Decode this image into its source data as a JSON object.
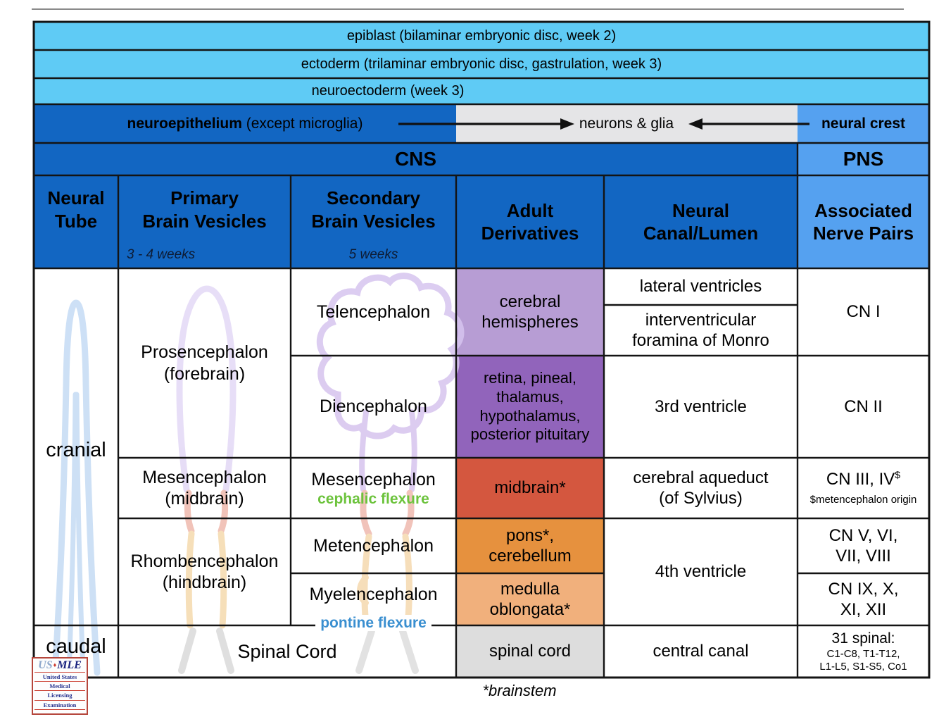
{
  "title_rows": {
    "epiblast": "epiblast (bilaminar embryonic disc, week 2)",
    "ectoderm": "ectoderm (trilaminar embryonic disc, gastrulation, week 3)",
    "neuroectoderm": "neuroectoderm (week 3)"
  },
  "lineage": {
    "neuroepithelium": "neuroepithelium",
    "neuroepithelium_note": " (except microglia)",
    "neurons_glia": "neurons & glia",
    "neural_crest": "neural crest"
  },
  "divisions": {
    "cns": "CNS",
    "pns": "PNS"
  },
  "headers": {
    "neural_tube": "Neural Tube",
    "primary_l1": "Primary",
    "primary_l2": "Brain Vesicles",
    "primary_weeks": "3 - 4 weeks",
    "secondary_l1": "Secondary",
    "secondary_l2": "Brain Vesicles",
    "secondary_weeks": "5 weeks",
    "adult": "Adult Derivatives",
    "canal": "Neural Canal/Lumen",
    "nerves": "Associated Nerve Pairs"
  },
  "axis": {
    "cranial": "cranial",
    "caudal": "caudal"
  },
  "primary_vesicles": {
    "prosencephalon": "Prosencephalon (forebrain)",
    "mesencephalon": "Mesencephalon (midbrain)",
    "rhombencephalon": "Rhombencephalon (hindbrain)",
    "spinal_cord": "Spinal Cord"
  },
  "secondary_vesicles": {
    "telencephalon": "Telencephalon",
    "diencephalon": "Diencephalon",
    "mesencephalon": "Mesencephalon",
    "cephalic_flexure": "cephalic flexure",
    "metencephalon": "Metencephalon",
    "myelencephalon": "Myelencephalon",
    "pontine_flexure": "pontine flexure"
  },
  "adult_derivatives": {
    "cerebral": "cerebral hemispheres",
    "retina": "retina, pineal, thalamus, hypothalamus, posterior pituitary",
    "midbrain": "midbrain*",
    "pons": "pons*, cerebellum",
    "medulla": "medulla oblongata*",
    "spinal": "spinal cord"
  },
  "neural_canal": {
    "lateral": "lateral ventricles",
    "interventricular": "interventricular foramina of Monro",
    "third": "3rd ventricle",
    "aqueduct": "cerebral aqueduct (of Sylvius)",
    "fourth": "4th ventricle",
    "central": "central canal"
  },
  "nerve_pairs": {
    "cn1": "CN I",
    "cn2": "CN II",
    "cn34": "CN III, IV",
    "cn34_sup": "$",
    "cn34_note": "$metencephalon origin",
    "cn5678_l1": "CN V, VI,",
    "cn5678_l2": "VII, VIII",
    "cn912_l1": "CN IX, X,",
    "cn912_l2": "XI, XII",
    "spinal_title": "31 spinal:",
    "spinal_detail_l1": "C1-C8, T1-T12,",
    "spinal_detail_l2": "L1-L5, S1-S5, Co1"
  },
  "footnote": "*brainstem",
  "logo": {
    "brand_us": "US",
    "diamond": "♦",
    "brand_mle": "MLE",
    "lines": [
      "United States",
      "Medical",
      "Licensing",
      "Examination"
    ]
  },
  "colors": {
    "sky": "#5fcbf5",
    "deep_blue": "#1266c2",
    "medium_blue": "#55a1f0",
    "gray_cell": "#e5e5e7",
    "light_purple": "#b79dd4",
    "purple": "#9164bb",
    "rust": "#d4573f",
    "orange": "#e6913e",
    "light_orange": "#f1b07c",
    "spinal_gray": "#dddddd",
    "green_label": "#6cc33c",
    "blue_label": "#3a8fd0",
    "border": "#141414"
  }
}
